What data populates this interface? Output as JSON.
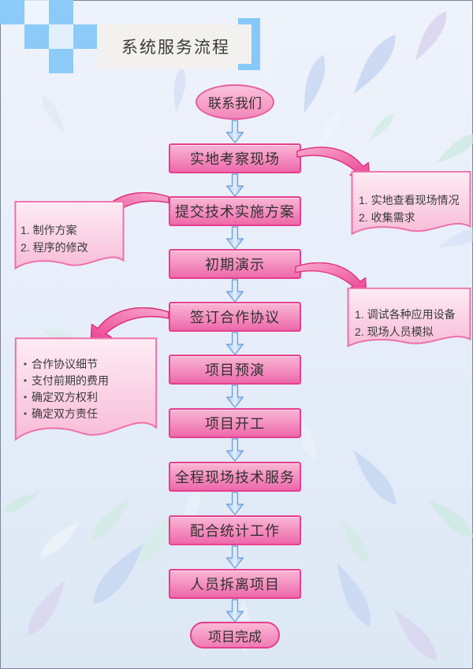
{
  "header": {
    "title": "系统服务流程"
  },
  "flow": {
    "start": "联系我们",
    "steps": [
      "实地考察现场",
      "提交技术实施方案",
      "初期演示",
      "签订合作协议",
      "项目预演",
      "项目开工",
      "全程现场技术服务",
      "配合统计工作",
      "人员拆离项目"
    ],
    "end": "项目完成"
  },
  "notes": [
    {
      "side": "right",
      "attached_to": "实地考察现场",
      "lines": [
        "1. 实地查看现场情况",
        "2. 收集需求"
      ]
    },
    {
      "side": "left",
      "attached_to": "提交技术实施方案",
      "lines": [
        "1. 制作方案",
        "2. 程序的修改"
      ]
    },
    {
      "side": "right",
      "attached_to": "初期演示",
      "lines": [
        "1. 调试各种应用设备",
        "2. 现场人员模拟"
      ]
    },
    {
      "side": "left",
      "attached_to": "签订合作协议",
      "bullet_char": "•",
      "bullets": [
        "合作协议细节",
        "支付前期的费用",
        "确定双方权利",
        "确定双方责任"
      ]
    }
  ],
  "icons": {
    "down_arrow": "blue straight down arrow connector",
    "curved_arrow": "pink curved callout arrow"
  },
  "colors": {
    "step_fill_top": "#f9b6d4",
    "step_fill_bottom": "#ee68a9",
    "step_border": "#e73f90",
    "note_fill_top": "#fdecf4",
    "note_fill_bottom": "#f8bcd8",
    "note_border": "#ee71a9",
    "flow_arrow_fill": "#b9d2f3",
    "flow_arrow_border": "#6a9cd8",
    "callout_arrow_fill": "#ec4595",
    "callout_arrow_border": "#de2e7e",
    "checker_blue": "#8ccbf7",
    "bracket_blue": "#86c9f8",
    "banner_bg": "#f2f1f0",
    "title_color": "#3e3a39",
    "background_top": "#eef2fb",
    "background_bottom": "#dde8f5"
  }
}
